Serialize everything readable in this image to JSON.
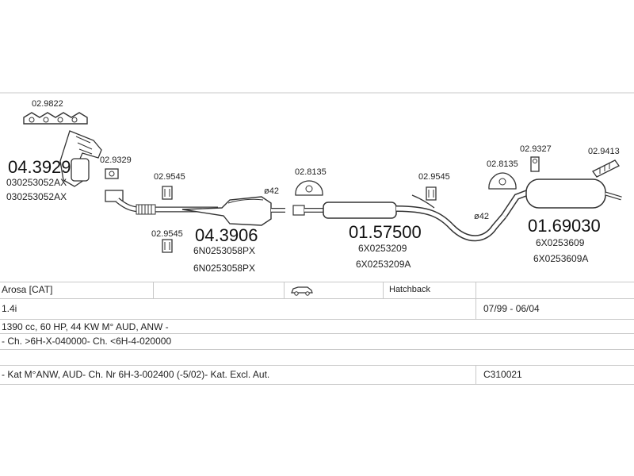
{
  "diagram": {
    "parts": {
      "gasket_manifold": "02.9822",
      "manifold_main": "04.3929",
      "manifold_ref1": "030253052AX",
      "manifold_ref2": "030253052AX",
      "gasket_flange1": "02.9329",
      "clamp_a": "02.9545",
      "clamp_b": "02.9545",
      "catalyst_main": "04.3906",
      "catalyst_ref1": "6N0253058PX",
      "catalyst_ref2": "6N0253058PX",
      "diameter_a": "ø42",
      "mount_ring_a": "02.8135",
      "clamp_c": "02.9545",
      "middle_main": "01.57500",
      "middle_ref1": "6X0253209",
      "middle_ref2": "6X0253209A",
      "diameter_b": "ø42",
      "mount_ring_b": "02.8135",
      "hanger_b": "02.9327",
      "hanger_c": "02.9413",
      "rear_main": "01.69030",
      "rear_ref1": "6X0253609",
      "rear_ref2": "6X0253609A"
    }
  },
  "info": {
    "model": "Arosa  [CAT]",
    "body_type": "Hatchback",
    "engine": "1.4i",
    "years": "07/99 - 06/04",
    "spec": "1390 cc, 60 HP, 44 KW M° AUD, ANW -",
    "chassis": "- Ch. >6H-X-040000- Ch. <6H-4-020000",
    "note": "- Kat M°ANW, AUD- Ch. Nr 6H-3-002400 (-5/02)- Kat. Excl. Aut.",
    "code": "C310021"
  }
}
